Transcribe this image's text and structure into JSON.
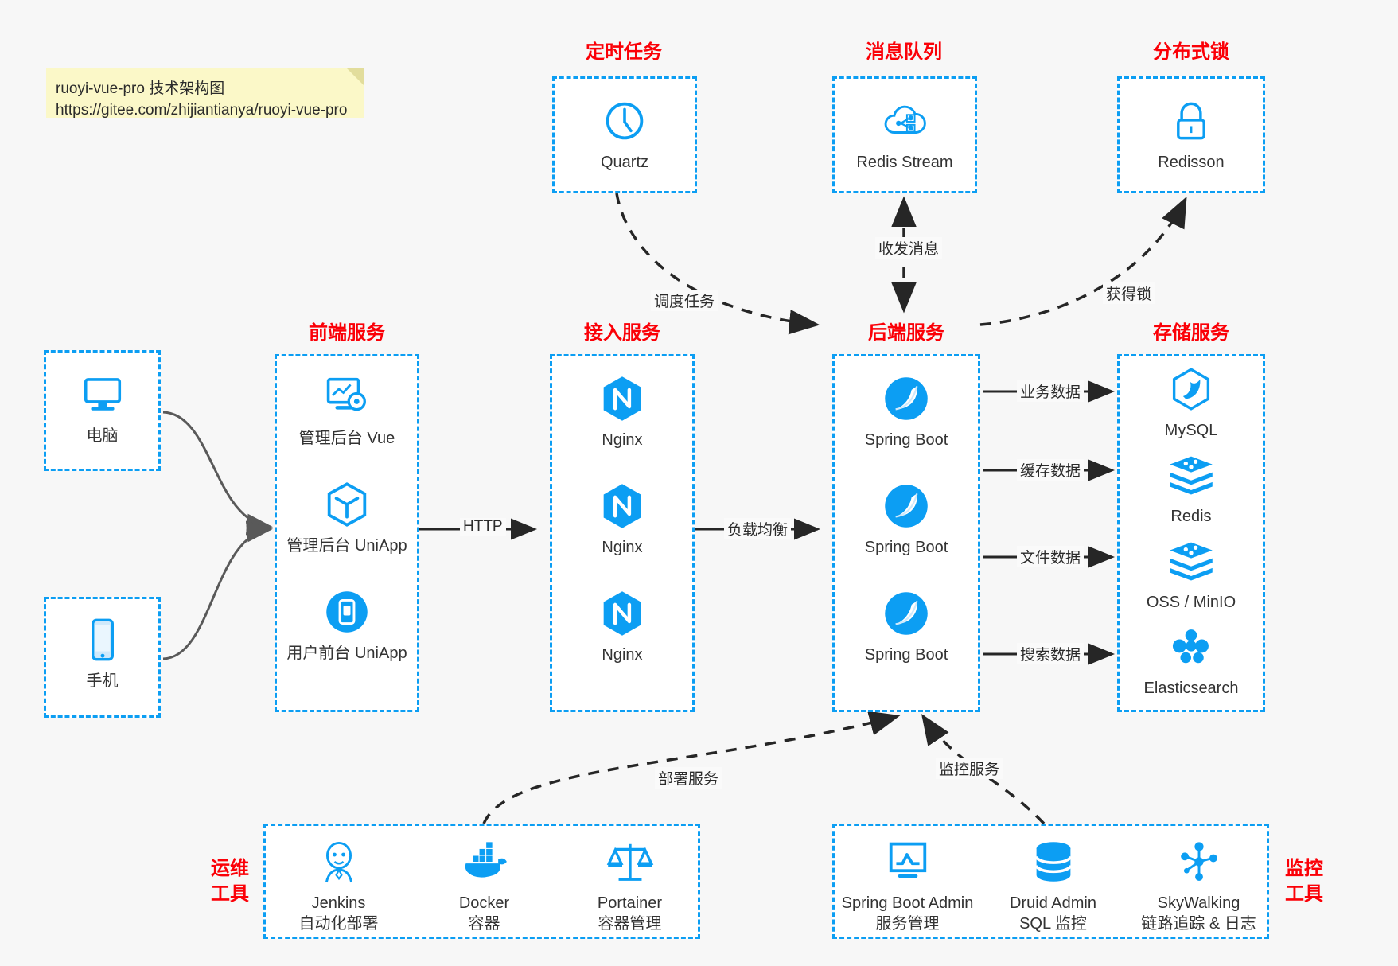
{
  "note": {
    "line1": "ruoyi-vue-pro 技术架构图",
    "line2": "https://gitee.com/zhijiantianya/ruoyi-vue-pro"
  },
  "colors": {
    "accent_blue": "#0c9ef3",
    "title_red": "#fb0007",
    "canvas": "#f7f7f7",
    "note_yellow": "#fbf8c8",
    "arrow_dark": "#262626",
    "client_arrow_gray": "#595959"
  },
  "groups": {
    "scheduler": {
      "title": "定时任务",
      "items": [
        {
          "label": "Quartz",
          "icon": "clock-icon"
        }
      ]
    },
    "mq": {
      "title": "消息队列",
      "items": [
        {
          "label": "Redis Stream",
          "icon": "cloud-stream-icon"
        }
      ]
    },
    "lock": {
      "title": "分布式锁",
      "items": [
        {
          "label": "Redisson",
          "icon": "lock-icon"
        }
      ]
    },
    "client_pc": {
      "items": [
        {
          "label": "电脑",
          "icon": "desktop-icon"
        }
      ]
    },
    "client_mobile": {
      "items": [
        {
          "label": "手机",
          "icon": "phone-icon"
        }
      ]
    },
    "frontend": {
      "title": "前端服务",
      "items": [
        {
          "label": "管理后台 Vue",
          "icon": "dashboard-vue-icon"
        },
        {
          "label": "管理后台 UniApp",
          "icon": "uniapp-icon"
        },
        {
          "label": "用户前台 UniApp",
          "icon": "mobile-app-icon"
        }
      ]
    },
    "gateway": {
      "title": "接入服务",
      "items": [
        {
          "label": "Nginx",
          "icon": "nginx-icon"
        },
        {
          "label": "Nginx",
          "icon": "nginx-icon"
        },
        {
          "label": "Nginx",
          "icon": "nginx-icon"
        }
      ]
    },
    "backend": {
      "title": "后端服务",
      "items": [
        {
          "label": "Spring Boot",
          "icon": "spring-boot-icon"
        },
        {
          "label": "Spring Boot",
          "icon": "spring-boot-icon"
        },
        {
          "label": "Spring Boot",
          "icon": "spring-boot-icon"
        }
      ]
    },
    "storage": {
      "title": "存储服务",
      "items": [
        {
          "label": "MySQL",
          "icon": "mysql-icon"
        },
        {
          "label": "Redis",
          "icon": "redis-icon"
        },
        {
          "label": "OSS / MinIO",
          "icon": "oss-minio-icon"
        },
        {
          "label": "Elasticsearch",
          "icon": "elasticsearch-icon"
        }
      ]
    },
    "devops": {
      "title": "运维\n工具",
      "title_l1": "运维",
      "title_l2": "工具",
      "items": [
        {
          "label": "Jenkins",
          "sub": "自动化部署",
          "icon": "jenkins-icon"
        },
        {
          "label": "Docker",
          "sub": "容器",
          "icon": "docker-icon"
        },
        {
          "label": "Portainer",
          "sub": "容器管理",
          "icon": "portainer-icon"
        }
      ]
    },
    "monitor": {
      "title_l1": "监控",
      "title_l2": "工具",
      "items": [
        {
          "label": "Spring Boot Admin",
          "sub": "服务管理",
          "icon": "monitor-screen-icon"
        },
        {
          "label": "Druid Admin",
          "sub": "SQL 监控",
          "icon": "database-icon"
        },
        {
          "label": "SkyWalking",
          "sub": "链路追踪 & 日志",
          "icon": "skywalking-icon"
        }
      ]
    }
  },
  "edges": [
    {
      "id": "schedule-task",
      "label": "调度任务"
    },
    {
      "id": "mq-messages",
      "label": "收发消息"
    },
    {
      "id": "acquire-lock",
      "label": "获得锁"
    },
    {
      "id": "http",
      "label": "HTTP"
    },
    {
      "id": "load-balance",
      "label": "负载均衡"
    },
    {
      "id": "biz-data",
      "label": "业务数据"
    },
    {
      "id": "cache-data",
      "label": "缓存数据"
    },
    {
      "id": "file-data",
      "label": "文件数据"
    },
    {
      "id": "search-data",
      "label": "搜索数据"
    },
    {
      "id": "deploy-svc",
      "label": "部署服务"
    },
    {
      "id": "monitor-svc",
      "label": "监控服务"
    }
  ]
}
